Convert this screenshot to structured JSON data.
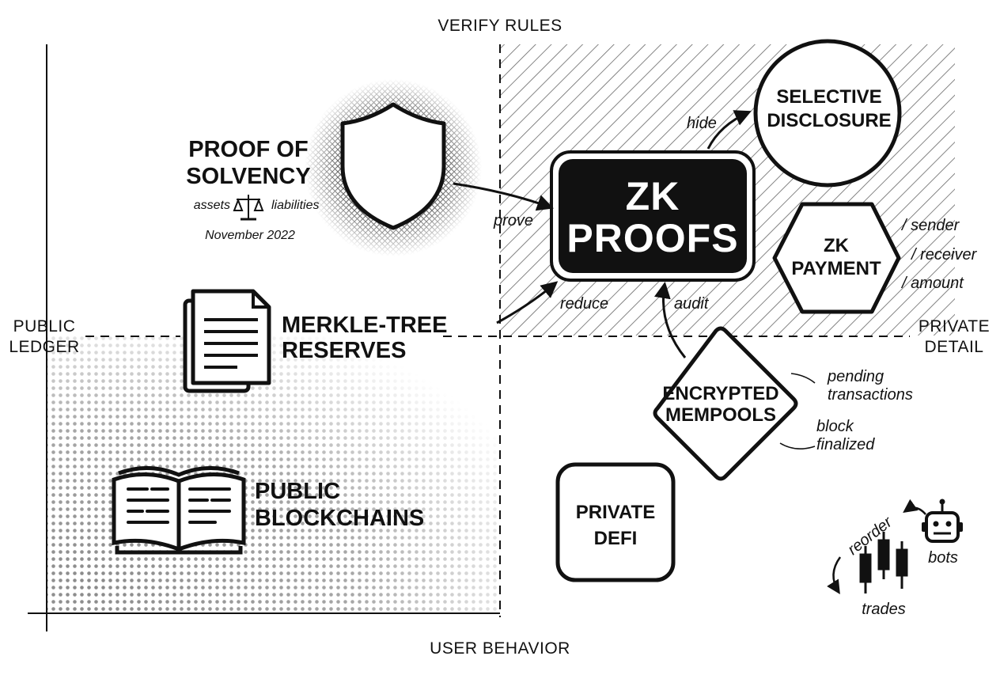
{
  "axes": {
    "top": "VERIFY RULES",
    "bottom": "USER BEHAVIOR",
    "left": [
      "PUBLIC",
      "LEDGER"
    ],
    "right": [
      "PRIVATE",
      "DETAIL"
    ]
  },
  "nodes": {
    "proof_of_solvency": {
      "title": [
        "PROOF OF",
        "SOLVENCY"
      ],
      "assets": "assets",
      "liabilities": "liabilities",
      "date": "November 2022"
    },
    "merkle": {
      "title": [
        "MERKLE-TREE",
        "RESERVES"
      ]
    },
    "public_blockchains": {
      "title": [
        "PUBLIC",
        "BLOCKCHAINS"
      ]
    },
    "zk_proofs": {
      "title": [
        "ZK",
        "PROOFS"
      ]
    },
    "selective_disclosure": {
      "title": [
        "SELECTIVE",
        "DISCLOSURE"
      ]
    },
    "zk_payment": {
      "title": [
        "ZK",
        "PAYMENT"
      ],
      "fields": [
        "/ sender",
        "/ receiver",
        "/ amount"
      ]
    },
    "encrypted_mempools": {
      "title": [
        "ENCRYPTED",
        "MEMPOOLS"
      ],
      "note_pending": [
        "pending",
        "transactions"
      ],
      "note_block": [
        "block",
        "finalized"
      ]
    },
    "private_defi": {
      "title": [
        "PRIVATE",
        "DEFI"
      ]
    },
    "bots_cluster": {
      "bots": "bots",
      "reorder": "reorder",
      "trades": "trades"
    }
  },
  "edges": {
    "prove": "prove",
    "reduce": "reduce",
    "audit": "audit",
    "hide": "hide"
  }
}
